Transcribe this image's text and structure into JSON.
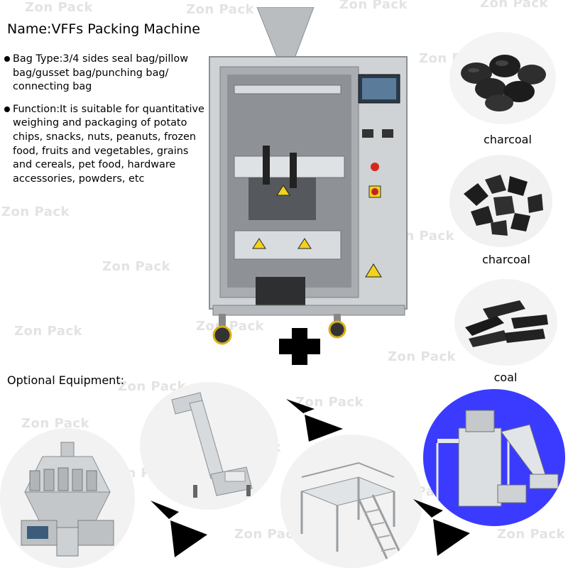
{
  "title": "Name:VFFs Packing Machine",
  "bullets": [
    "Bag Type:3/4 sides seal bag/pillow bag/gusset bag/punching bag/ connecting bag",
    "Function:It is suitable for quantitative weighing and packaging of potato chips, snacks, nuts, peanuts, frozen food, fruits and vegetables, grains and cereals, pet food, hardware accessories, powders, etc"
  ],
  "product_labels": [
    "charcoal",
    "charcoal",
    "coal"
  ],
  "optional_label": "Optional Equipment:",
  "watermark": "Zon Pack",
  "colors": {
    "blue_circle": "#3b3bff",
    "text": "#000000"
  }
}
